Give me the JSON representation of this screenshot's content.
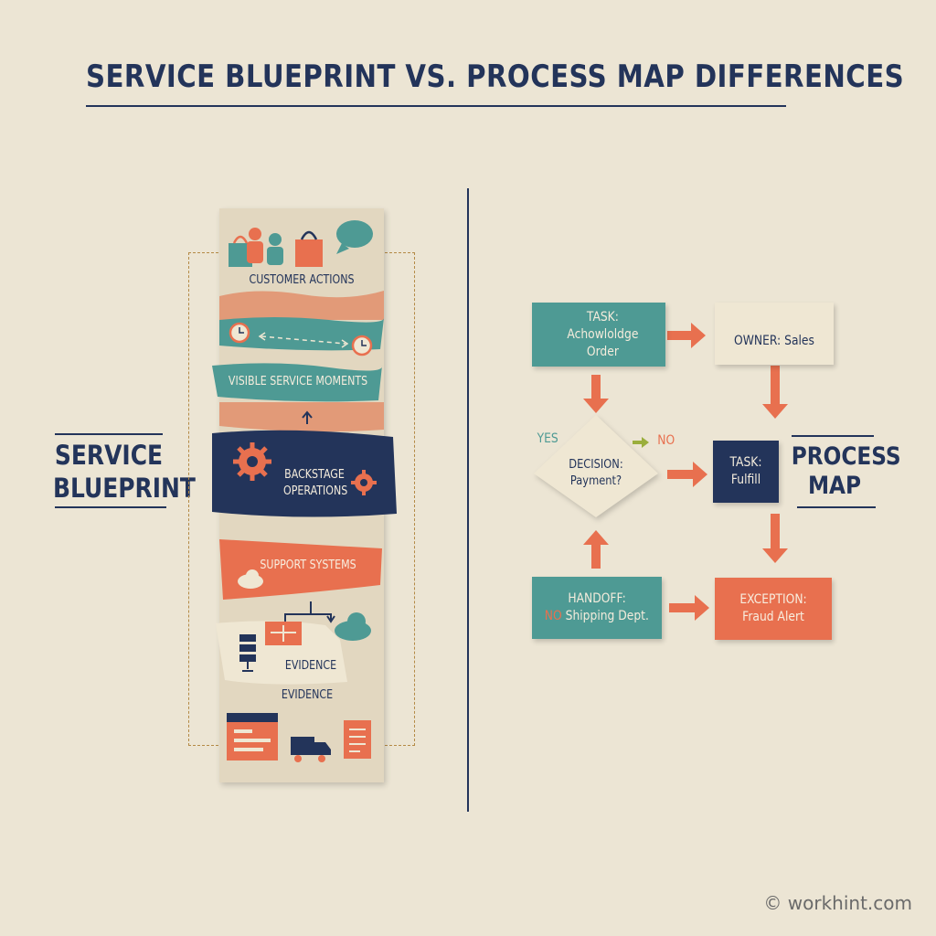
{
  "title": "SERVICE BLUEPRINT VS. PROCESS MAP DIFFERENCES",
  "left": {
    "label": "SERVICE BLUEPRINT",
    "layers": {
      "customer_actions": "CUSTOMER ACTIONS",
      "visible_service_moments": "VISIBLE SERVICE MOMENTS",
      "backstage_operations": "BACKSTAGE OPERATIONS",
      "support_systems": "SUPPORT SYSTEMS",
      "evidence_1": "EVIDENCE",
      "evidence_2": "EVIDENCE"
    }
  },
  "right": {
    "label": "PROCESS MAP",
    "task_acknowledge": "TASK: Achowloldge Order",
    "owner": "OWNER: Sales",
    "decision": "DECISION: Payment?",
    "yes_label": "YES",
    "no_label": "NO",
    "task_fulfill": "TASK: Fulfill",
    "handoff_title": "HANDOFF:",
    "handoff_prefix": "NO",
    "handoff_detail": "Shipping Dept.",
    "exception": "EXCEPTION: Fraud Alert"
  },
  "colors": {
    "navy": "#23345a",
    "teal": "#4e9a94",
    "orange": "#e8704f",
    "cream": "#efe7d3",
    "background": "#ece5d4"
  },
  "credit": "© workhint.com"
}
